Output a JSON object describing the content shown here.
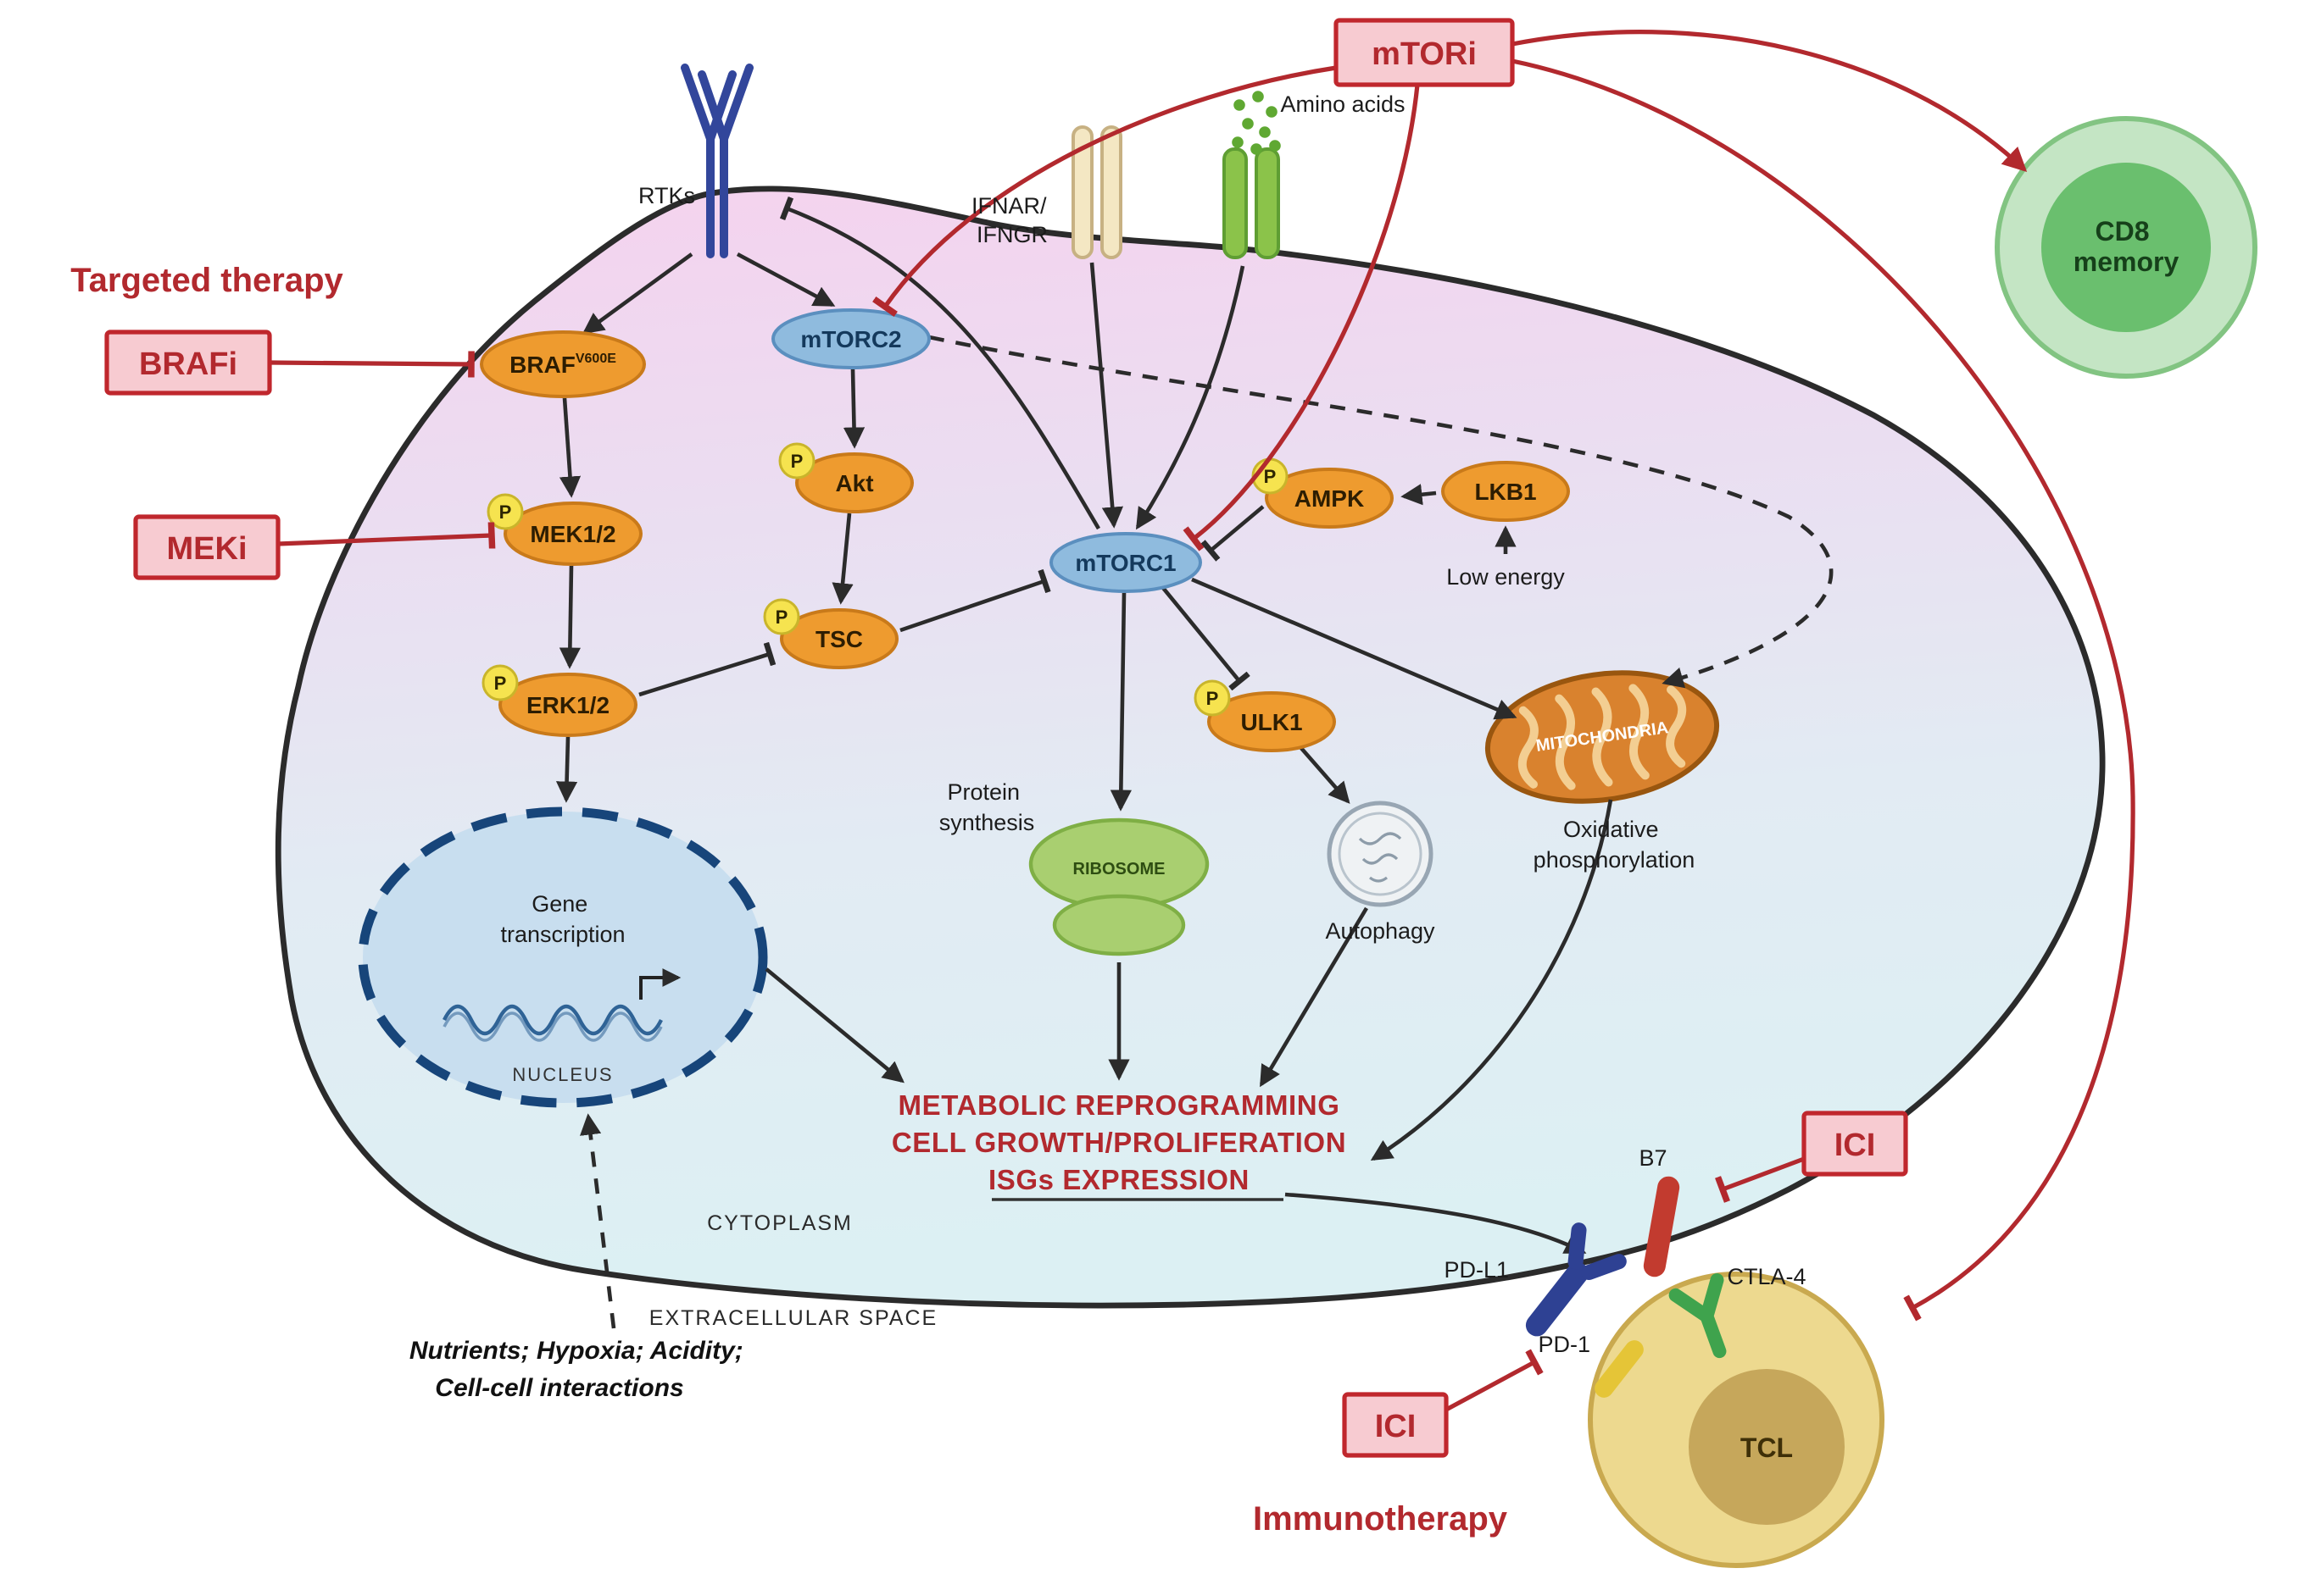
{
  "therapy": {
    "targeted": "Targeted therapy",
    "immuno": "Immunotherapy",
    "brafi": "BRAFi",
    "meki": "MEKi",
    "mtori": "mTORi",
    "ici_top": "ICI",
    "ici_bottom": "ICI"
  },
  "receptors": {
    "rtks": "RTKs",
    "ifnar_line1": "IFNAR/",
    "ifnar_line2": "IFNGR",
    "amino_acids": "Amino acids"
  },
  "nodes": {
    "mtorc2": "mTORC2",
    "mtorc1": "mTORC1",
    "akt": "Akt",
    "tsc": "TSC",
    "braf": "BRAF",
    "braf_mut": "V600E",
    "mek": "MEK1/2",
    "erk": "ERK1/2",
    "ampk": "AMPK",
    "lkb1": "LKB1",
    "ulk1": "ULK1",
    "phospho": "P",
    "low_energy": "Low energy"
  },
  "organelles": {
    "nucleus": "NUCLEUS",
    "gene_line1": "Gene",
    "gene_line2": "transcription",
    "mitochondria": "MITOCHONDRIA",
    "oxphos_line1": "Oxidative",
    "oxphos_line2": "phosphorylation",
    "ribosome": "RIBOSOME",
    "protein_line1": "Protein",
    "protein_line2": "synthesis",
    "autophagy": "Autophagy"
  },
  "outcomes": {
    "line1": "METABOLIC REPROGRAMMING",
    "line2": "CELL GROWTH/PROLIFERATION",
    "line3": "ISGs EXPRESSION"
  },
  "compartments": {
    "cytoplasm": "CYTOPLASM",
    "extracellular": "EXTRACELLULAR SPACE"
  },
  "microenvironment": {
    "line1": "Nutrients; Hypoxia; Acidity;",
    "line2": "Cell-cell interactions"
  },
  "immune": {
    "pdl1": "PD-L1",
    "pd1": "PD-1",
    "b7": "B7",
    "ctla4": "CTLA-4",
    "tcl": "TCL",
    "cd8_line1": "CD8",
    "cd8_line2": "memory"
  },
  "colors": {
    "accent_red": "#B2292E",
    "orange_node": "#EE9B2F",
    "blue_node": "#8FBBDE"
  }
}
